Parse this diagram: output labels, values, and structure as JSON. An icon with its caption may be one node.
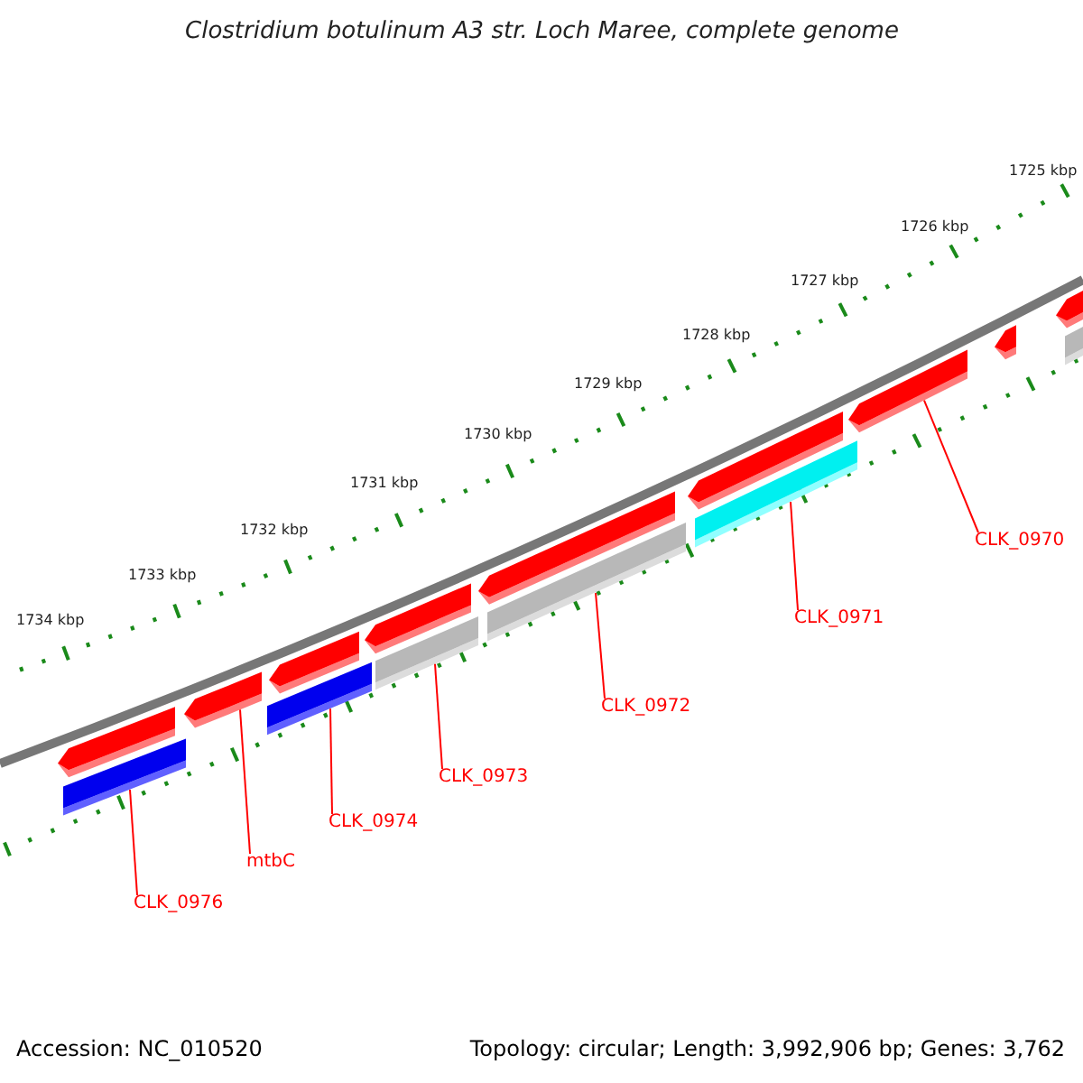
{
  "diagram": {
    "title": "Clostridium botulinum A3 str. Loch Maree, complete genome",
    "nodes": [
      {
        "text": [
          "CLK_0970"
        ]
      },
      {
        "text": [
          "CLK_0971"
        ]
      },
      {
        "text": [
          "CLK_0972"
        ]
      },
      {
        "text": [
          "CLK_0973"
        ]
      },
      {
        "text": [
          "CLK_0974"
        ]
      },
      {
        "text": [
          "mtbC"
        ]
      },
      {
        "text": [
          "CLK_0976"
        ]
      },
      {
        "text": [],
        "shape": "bar"
      },
      {
        "text": [],
        "shape": "arrow"
      },
      {
        "text": [],
        "shape": "bar"
      },
      {
        "text": [],
        "shape": "bar"
      },
      {
        "text": [],
        "shape": "bar"
      },
      {
        "text": [],
        "shape": "bar"
      },
      {
        "text": [],
        "shape": "arrow"
      }
    ],
    "edges": [
      {
        "from": 0,
        "to": 13,
        "arrow": "none"
      },
      {
        "from": 1,
        "to": 12,
        "arrow": "none"
      },
      {
        "from": 2,
        "to": 11,
        "arrow": "none"
      },
      {
        "from": 3,
        "to": 10,
        "arrow": "none"
      },
      {
        "from": 4,
        "to": 9,
        "arrow": "none"
      },
      {
        "from": 5,
        "to": 8,
        "arrow": "none"
      },
      {
        "from": 6,
        "to": 7,
        "arrow": "none"
      }
    ],
    "labels": [
      "1725 kbp",
      "1726 kbp",
      "1727 kbp",
      "1728 kbp",
      "1729 kbp",
      "1730 kbp",
      "1731 kbp",
      "1732 kbp",
      "1733 kbp",
      "1734 kbp",
      "Accession: NC_010520",
      "Topology: circular; Length: 3,992,906 bp; Genes: 3,762"
    ]
  }
}
